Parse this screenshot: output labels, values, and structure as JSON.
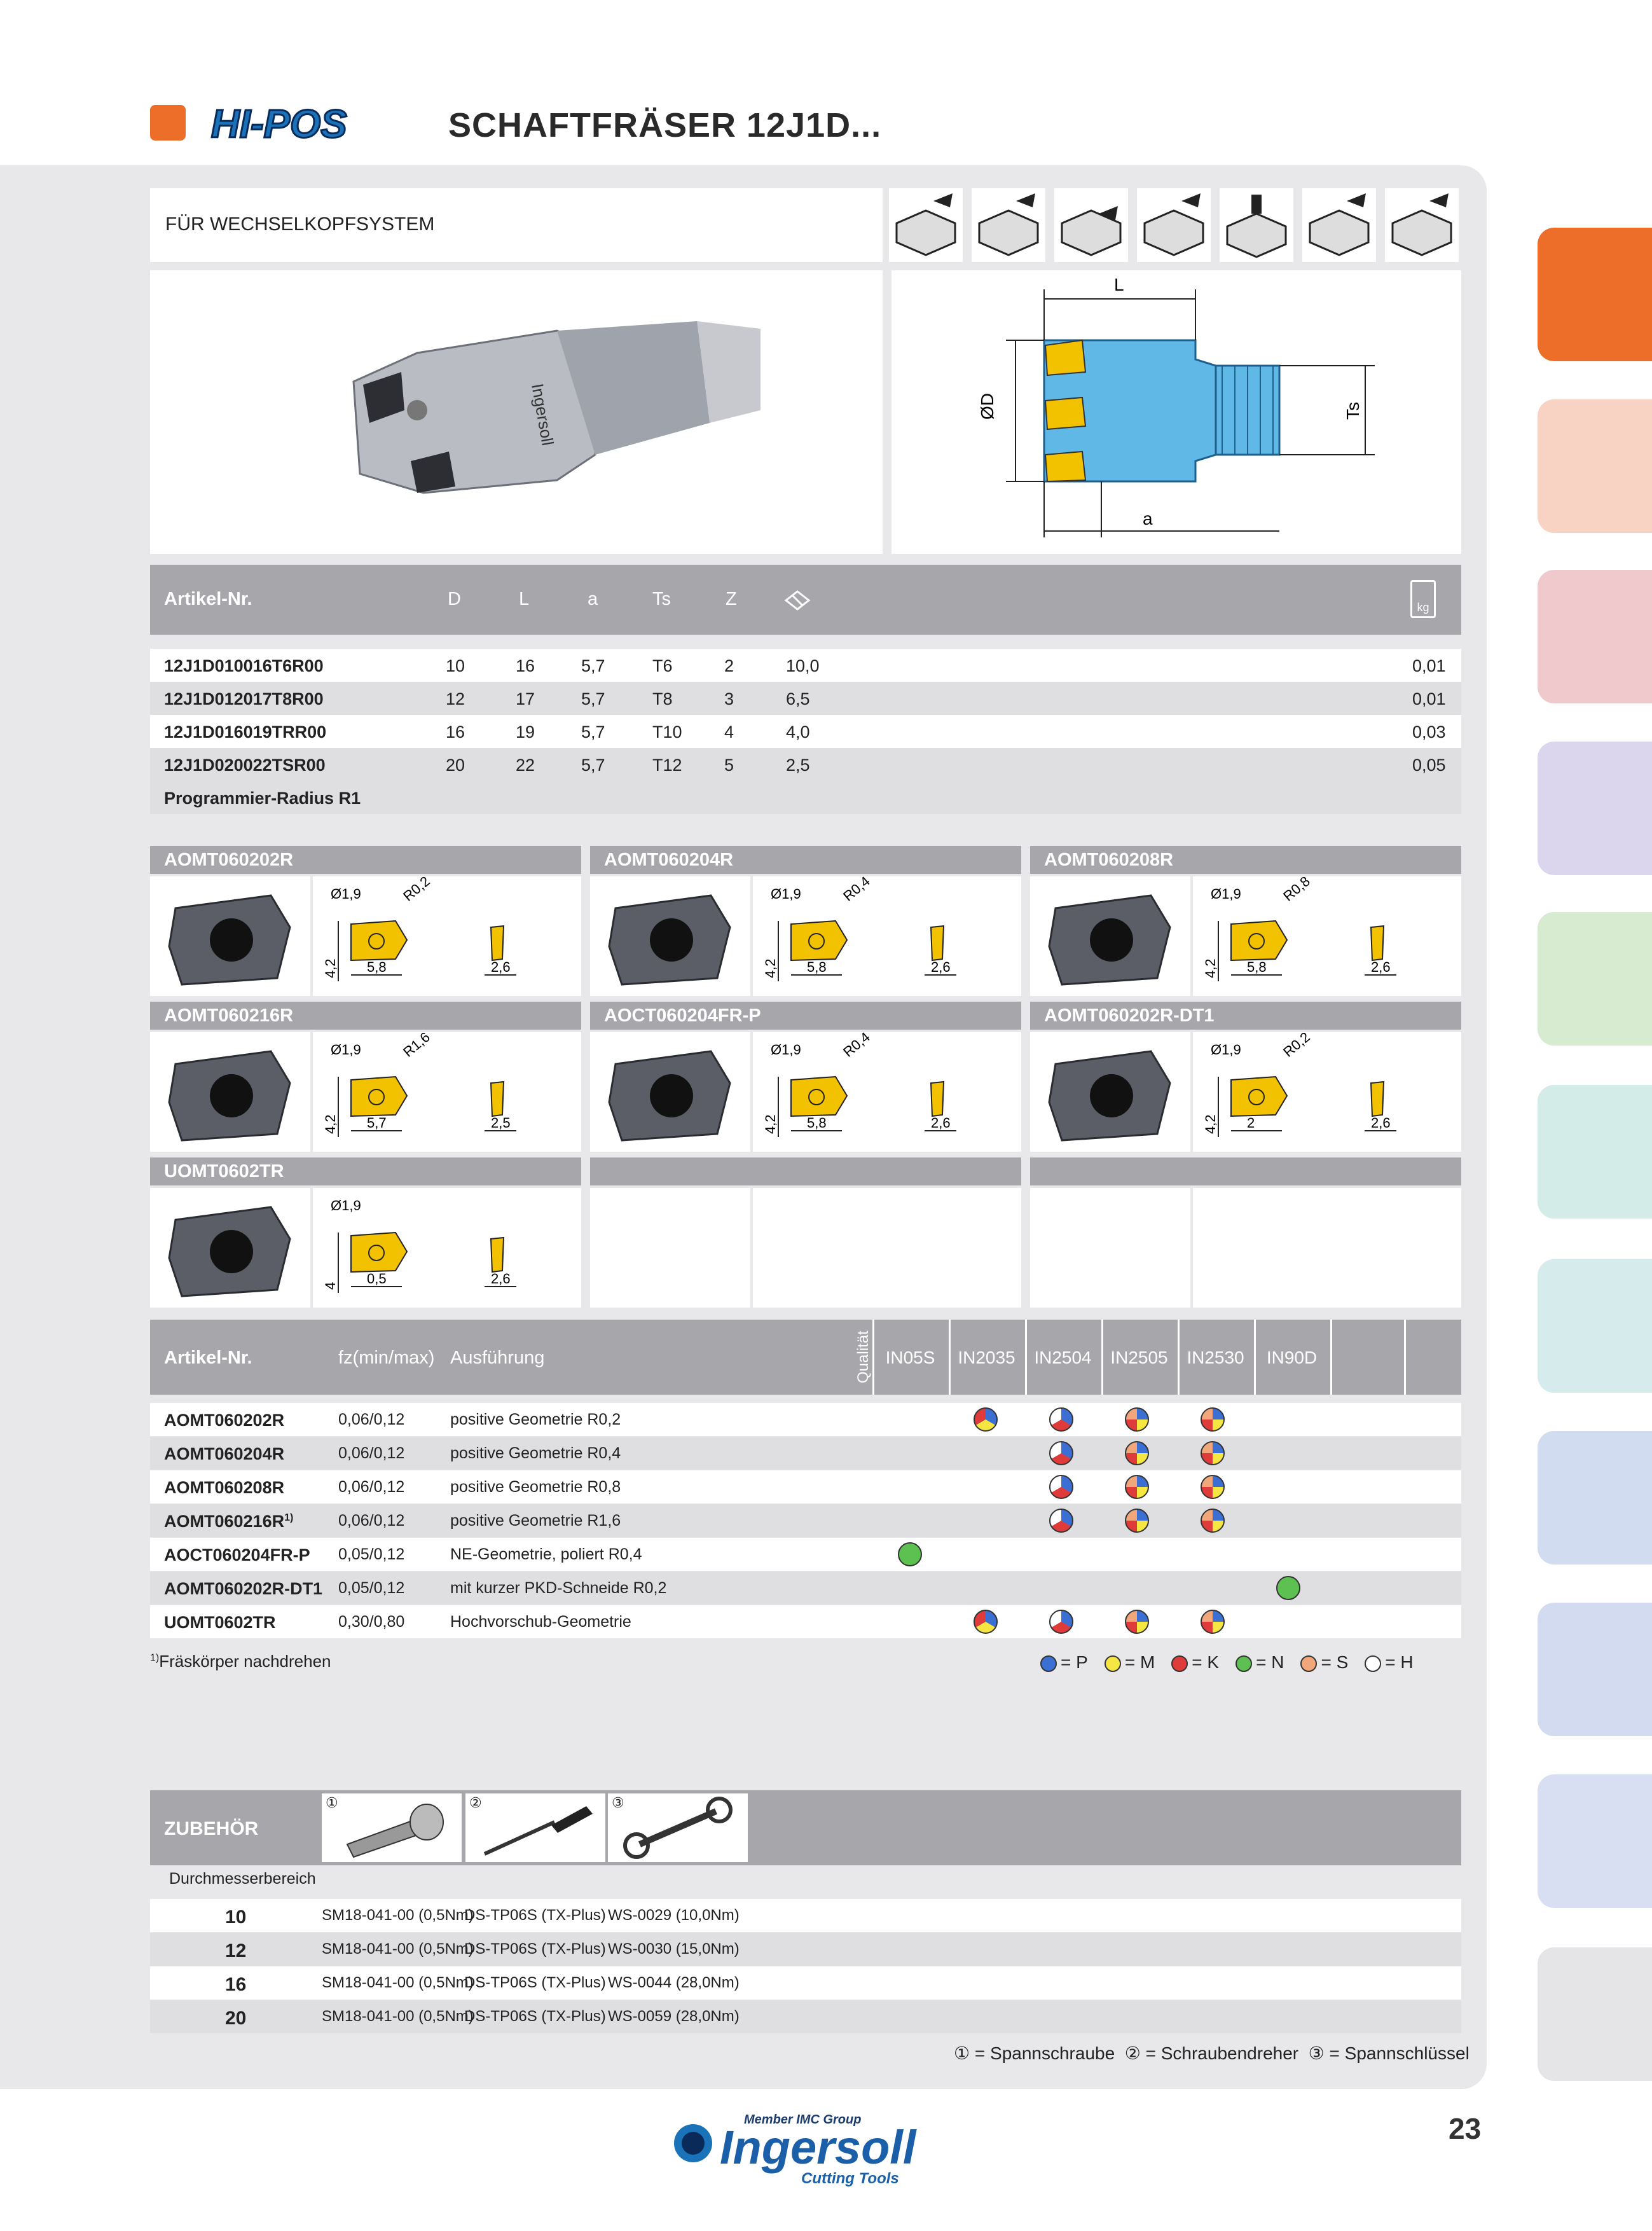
{
  "header": {
    "brand": "HI-POS",
    "title": "SCHAFTFRÄSER 12J1D...",
    "accent": "#ec6e28"
  },
  "section": {
    "subtitle": "FÜR WECHSELKOPFSYSTEM"
  },
  "drawing": {
    "L": "L",
    "D": "ØD",
    "Ts": "Ts",
    "a": "a"
  },
  "product_table": {
    "headers": [
      "Artikel-Nr.",
      "D",
      "L",
      "a",
      "Ts",
      "Z"
    ],
    "weight_icon": "kg",
    "rows": [
      {
        "art": "12J1D010016T6R00",
        "D": "10",
        "L": "16",
        "a": "5,7",
        "Ts": "T6",
        "Z": "2",
        "rpm": "10,0",
        "kg": "0,01"
      },
      {
        "art": "12J1D012017T8R00",
        "D": "12",
        "L": "17",
        "a": "5,7",
        "Ts": "T8",
        "Z": "3",
        "rpm": "6,5",
        "kg": "0,01"
      },
      {
        "art": "12J1D016019TRR00",
        "D": "16",
        "L": "19",
        "a": "5,7",
        "Ts": "T10",
        "Z": "4",
        "rpm": "4,0",
        "kg": "0,03"
      },
      {
        "art": "12J1D020022TSR00",
        "D": "20",
        "L": "22",
        "a": "5,7",
        "Ts": "T12",
        "Z": "5",
        "rpm": "2,5",
        "kg": "0,05"
      }
    ],
    "note": "Programmier-Radius R1"
  },
  "inserts": [
    {
      "name": "AOMT060202R",
      "dia": "Ø1,9",
      "r": "R0,2",
      "w": "5,8",
      "h": "4,2",
      "t": "2,6"
    },
    {
      "name": "AOMT060204R",
      "dia": "Ø1,9",
      "r": "R0,4",
      "w": "5,8",
      "h": "4,2",
      "t": "2,6"
    },
    {
      "name": "AOMT060208R",
      "dia": "Ø1,9",
      "r": "R0,8",
      "w": "5,8",
      "h": "4,2",
      "t": "2,6"
    },
    {
      "name": "AOMT060216R",
      "dia": "Ø1,9",
      "r": "R1,6",
      "w": "5,7",
      "h": "4,2",
      "t": "2,5"
    },
    {
      "name": "AOCT060204FR-P",
      "dia": "Ø1,9",
      "r": "R0,4",
      "w": "5,8",
      "h": "4,2",
      "t": "2,6"
    },
    {
      "name": "AOMT060202R-DT1",
      "dia": "Ø1,9",
      "r": "R0,2",
      "w": "2",
      "h": "4,2",
      "t": "2,6"
    },
    {
      "name": "UOMT0602TR",
      "dia": "Ø1,9",
      "r": "",
      "w": "0,5",
      "h": "4",
      "t": "2,6"
    }
  ],
  "grade_table": {
    "headers": {
      "art": "Artikel-Nr.",
      "fz": "fz(min/max)",
      "ausf": "Ausführung",
      "qual": "Qualität"
    },
    "grades": [
      "IN05S",
      "IN2035",
      "IN2504",
      "IN2505",
      "IN2530",
      "IN90D"
    ],
    "rows": [
      {
        "art": "AOMT060202R",
        "sup": "",
        "fz": "0,06/0,12",
        "ausf": "positive Geometrie R0,2",
        "dots": [
          0,
          1,
          1,
          1,
          1,
          0
        ]
      },
      {
        "art": "AOMT060204R",
        "sup": "",
        "fz": "0,06/0,12",
        "ausf": "positive Geometrie R0,4",
        "dots": [
          0,
          0,
          1,
          1,
          1,
          0
        ]
      },
      {
        "art": "AOMT060208R",
        "sup": "",
        "fz": "0,06/0,12",
        "ausf": "positive Geometrie R0,8",
        "dots": [
          0,
          0,
          1,
          1,
          1,
          0
        ]
      },
      {
        "art": "AOMT060216R",
        "sup": "1)",
        "fz": "0,06/0,12",
        "ausf": "positive Geometrie R1,6",
        "dots": [
          0,
          0,
          1,
          1,
          1,
          0
        ]
      },
      {
        "art": "AOCT060204FR-P",
        "sup": "",
        "fz": "0,05/0,12",
        "ausf": "NE-Geometrie, poliert R0,4",
        "dots": [
          1,
          0,
          0,
          0,
          0,
          0
        ]
      },
      {
        "art": "AOMT060202R-DT1",
        "sup": "",
        "fz": "0,05/0,12",
        "ausf": "mit kurzer PKD-Schneide R0,2",
        "dots": [
          0,
          0,
          0,
          0,
          0,
          1
        ]
      },
      {
        "art": "UOMT0602TR",
        "sup": "",
        "fz": "0,30/0,80",
        "ausf": "Hochvorschub-Geometrie",
        "dots": [
          0,
          1,
          1,
          1,
          1,
          0
        ]
      }
    ],
    "footnote_sup": "1)",
    "footnote": "Fräskörper nachdrehen",
    "legend": [
      {
        "color": "#3b6fd4",
        "label": "= P"
      },
      {
        "color": "#f5e642",
        "label": "= M"
      },
      {
        "color": "#e03b3b",
        "label": "= K"
      },
      {
        "color": "#5cc151",
        "label": "= N"
      },
      {
        "color": "#f2a77a",
        "label": "= S"
      },
      {
        "color": "#ffffff",
        "label": "= H"
      }
    ]
  },
  "accessories": {
    "title": "ZUBEHÖR",
    "subheader": "Durchmesserbereich",
    "nums": [
      "①",
      "②",
      "③"
    ],
    "rows": [
      {
        "d": "10",
        "screw": "SM18-041-00 (0,5Nm)",
        "driver": "DS-TP06S (TX-Plus)",
        "key": "WS-0029 (10,0Nm)"
      },
      {
        "d": "12",
        "screw": "SM18-041-00 (0,5Nm)",
        "driver": "DS-TP06S (TX-Plus)",
        "key": "WS-0030 (15,0Nm)"
      },
      {
        "d": "16",
        "screw": "SM18-041-00 (0,5Nm)",
        "driver": "DS-TP06S (TX-Plus)",
        "key": "WS-0044 (28,0Nm)"
      },
      {
        "d": "20",
        "screw": "SM18-041-00 (0,5Nm)",
        "driver": "DS-TP06S (TX-Plus)",
        "key": "WS-0059 (28,0Nm)"
      }
    ],
    "legend": "① = Spannschraube  ② = Schraubendreher  ③ = Spannschlüssel"
  },
  "footer": {
    "page": "23",
    "logo": "Ingersoll",
    "logo_top": "Member IMC Group",
    "logo_sub": "Cutting Tools"
  }
}
